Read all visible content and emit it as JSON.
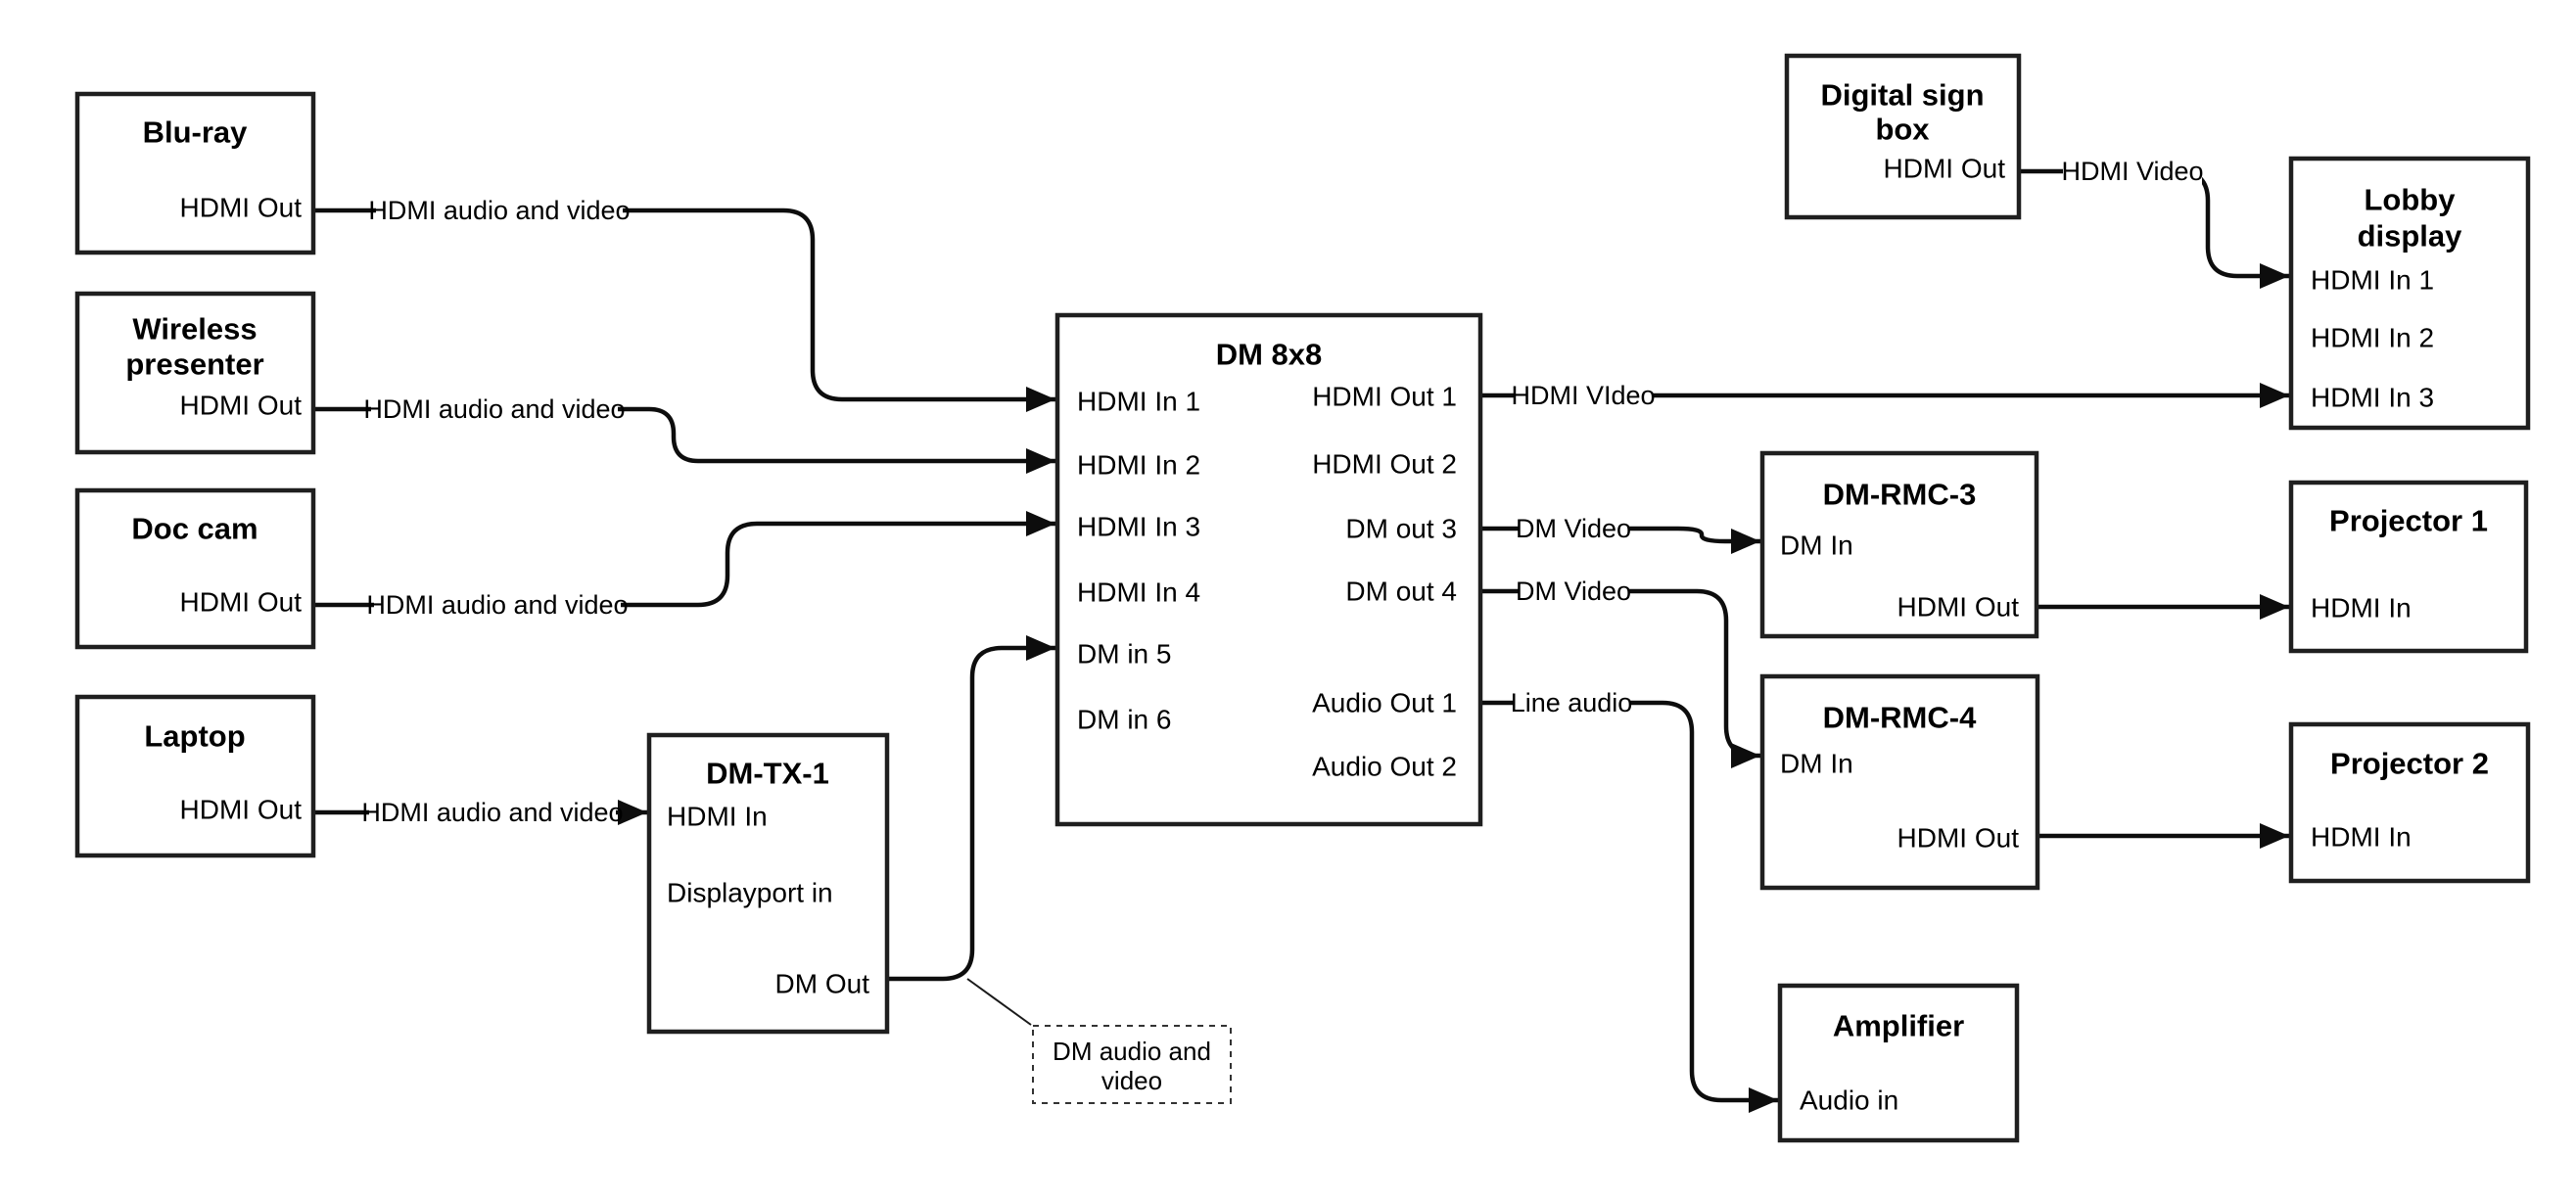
{
  "colors": {
    "background": "#ffffff",
    "line": "#0d0d0d",
    "box_border": "#1f1f1f",
    "text": "#000000"
  },
  "nodes": {
    "bluray": {
      "title": "Blu-ray",
      "port_hdmi_out": "HDMI Out"
    },
    "wireless": {
      "title_line1": "Wireless",
      "title_line2": "presenter",
      "port_hdmi_out": "HDMI Out"
    },
    "doccam": {
      "title": "Doc cam",
      "port_hdmi_out": "HDMI Out"
    },
    "laptop": {
      "title": "Laptop",
      "port_hdmi_out": "HDMI Out"
    },
    "dmtx1": {
      "title": "DM-TX-1",
      "port_hdmi_in": "HDMI In",
      "port_displayport_in": "Displayport in",
      "port_dm_out": "DM Out"
    },
    "dm8x8": {
      "title": "DM 8x8",
      "port_hdmi_in_1": "HDMI In 1",
      "port_hdmi_in_2": "HDMI In 2",
      "port_hdmi_in_3": "HDMI In 3",
      "port_hdmi_in_4": "HDMI In 4",
      "port_dm_in_5": "DM in 5",
      "port_dm_in_6": "DM in 6",
      "port_hdmi_out_1": "HDMI Out 1",
      "port_hdmi_out_2": "HDMI Out 2",
      "port_dm_out_3": "DM out 3",
      "port_dm_out_4": "DM out 4",
      "port_audio_out_1": "Audio Out 1",
      "port_audio_out_2": "Audio Out 2"
    },
    "digital_sign": {
      "title_line1": "Digital sign",
      "title_line2": "box",
      "port_hdmi_out": "HDMI Out"
    },
    "lobby": {
      "title_line1": "Lobby",
      "title_line2": "display",
      "port_hdmi_in_1": "HDMI In 1",
      "port_hdmi_in_2": "HDMI In 2",
      "port_hdmi_in_3": "HDMI In 3"
    },
    "rmc3": {
      "title": "DM-RMC-3",
      "port_dm_in": "DM In",
      "port_hdmi_out": "HDMI Out"
    },
    "proj1": {
      "title": "Projector 1",
      "port_hdmi_in": "HDMI In"
    },
    "rmc4": {
      "title": "DM-RMC-4",
      "port_dm_in": "DM In",
      "port_hdmi_out": "HDMI Out"
    },
    "proj2": {
      "title": "Projector 2",
      "port_hdmi_in": "HDMI In"
    },
    "amp": {
      "title": "Amplifier",
      "port_audio_in": "Audio in"
    }
  },
  "edge_labels": {
    "bluray_to_dm8x8": "HDMI audio and video",
    "wireless_to_dm8x8": "HDMI audio and video",
    "doccam_to_dm8x8": "HDMI audio and video",
    "laptop_to_dmtx1": "HDMI audio and video",
    "out1_to_lobby": "HDMI VIdeo",
    "out3_to_rmc3": "DM Video",
    "out4_to_rmc4": "DM Video",
    "audio1_to_amp": "Line audio",
    "sign_to_lobby": "HDMI Video"
  },
  "note": {
    "line1": "DM audio and",
    "line2": "video"
  }
}
